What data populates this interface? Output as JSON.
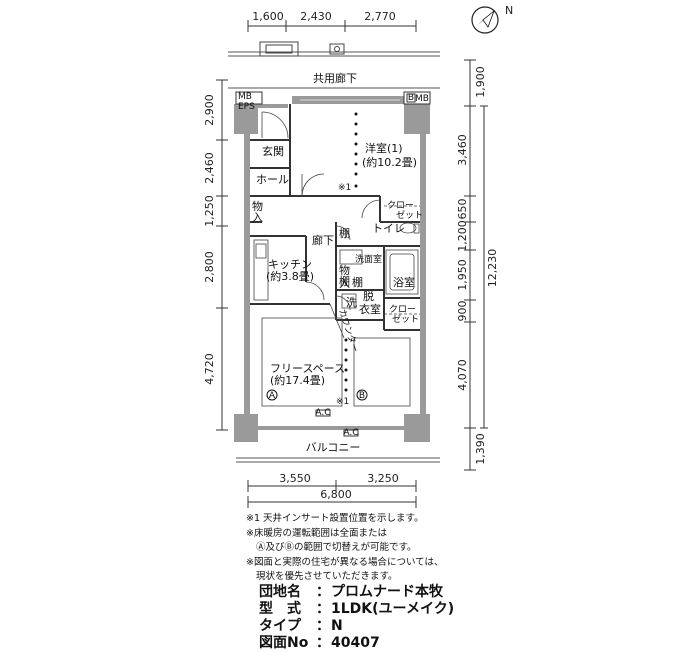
{
  "dimensions": {
    "top": [
      "1,600",
      "2,430",
      "2,770"
    ],
    "left": [
      "2,900",
      "2,460",
      "1,250",
      "2,800",
      "4,720"
    ],
    "right": [
      "1,900",
      "3,460",
      "650",
      "1,200",
      "1,950",
      "12,230",
      "900",
      "4,070",
      "1,390"
    ],
    "bottom": [
      "3,550",
      "3,250"
    ],
    "bottom_total": "6,800"
  },
  "compass": {
    "label": "N",
    "icon": "north-arrow-icon"
  },
  "rooms": {
    "corridor": "共用廊下",
    "mb_eps_left": "MB\nEPS",
    "mb_right": "MB",
    "b_label": "B",
    "genkan": "玄関",
    "hall": "ホール",
    "youshitsu_name": "洋室(1)",
    "youshitsu_size": "(約10.2畳)",
    "insert1": "※1",
    "closet1_a": "クロー",
    "closet1_b": "ゼット",
    "monoire1_a": "物",
    "monoire1_b": "入",
    "roka": "廊下",
    "tana1": "棚",
    "toilet": "トイレ",
    "tana2": "棚",
    "kitchen_name": "キッチン",
    "kitchen_size": "(約3.8畳)",
    "senmenshitsu": "洗面室",
    "monoire2_a": "物",
    "monoire2_b": "入",
    "tana3": "棚",
    "datsuishitsu_a": "脱",
    "datsuishitsu_b": "衣室",
    "yokushitsu": "浴室",
    "sen": "洗",
    "closet2_a": "クロー",
    "closet2_b": "ゼット",
    "counter": "カウンター",
    "free_name": "フリースペース",
    "free_size": "(約17.4畳)",
    "zone_a": "A",
    "zone_b": "B",
    "insert2": "※1",
    "ac1": "A.C",
    "ac2": "A.C",
    "balcony": "バルコニー"
  },
  "notes": [
    "※1 天井インサート設置位置を示します。",
    "※床暖房の運転範囲は全面または",
    "Ⓐ及びⒷの範囲で切替えが可能です。",
    "※図面と実際の住宅が異なる場合については、",
    "現状を優先させていただきます。"
  ],
  "info": {
    "sep": "：",
    "rows": [
      {
        "key": "団地名",
        "value": "プロムナード本牧"
      },
      {
        "key": "型　式",
        "value": "1LDK(ユーメイク)"
      },
      {
        "key": "タイプ",
        "value": "N"
      },
      {
        "key": "図面No",
        "value": "40407"
      }
    ]
  }
}
